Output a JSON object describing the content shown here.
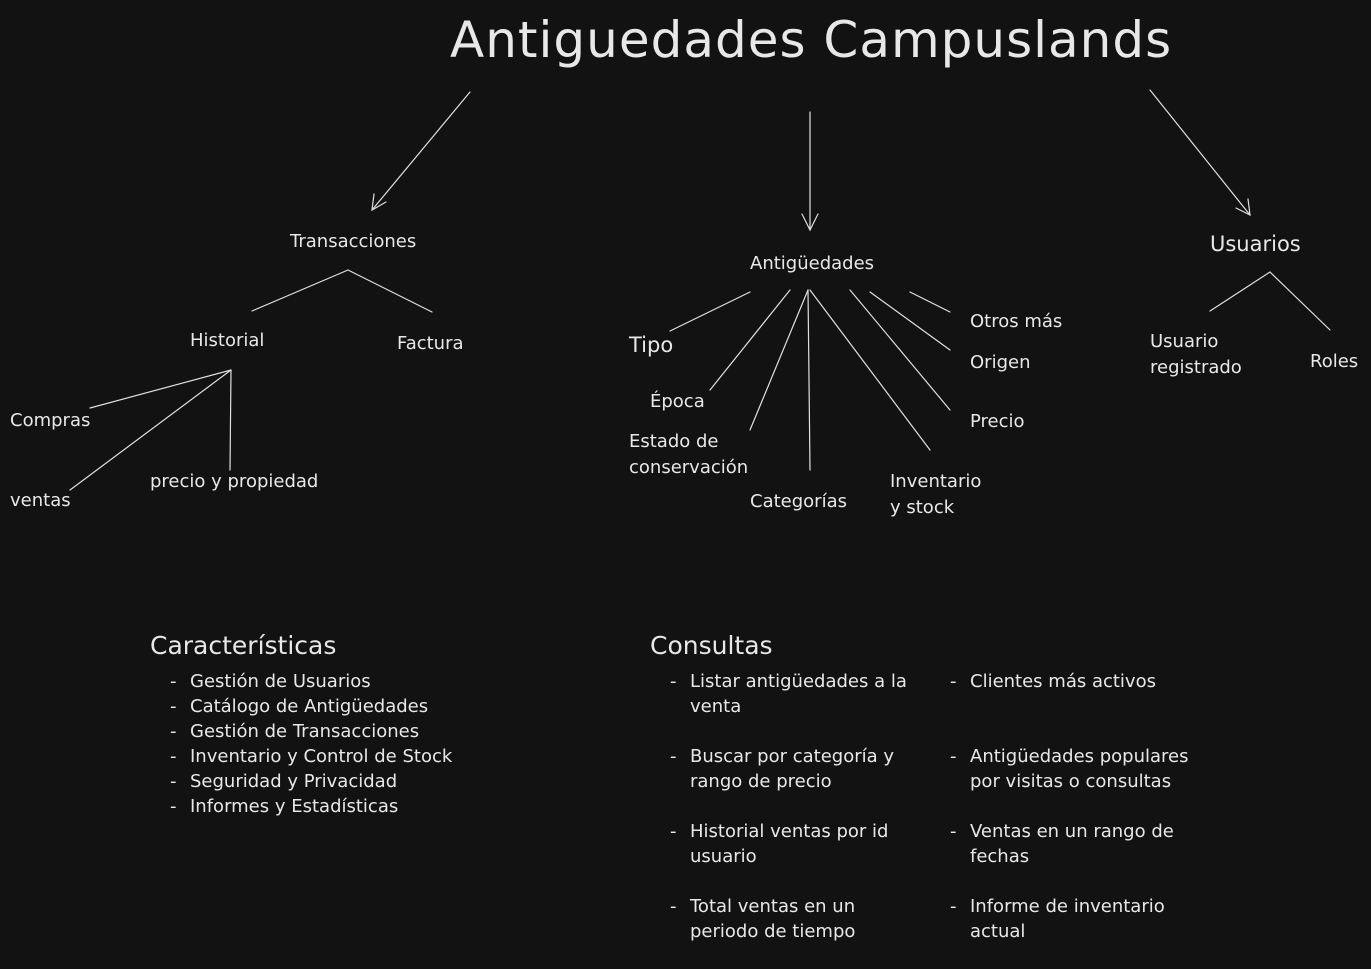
{
  "title": "Antiguedades Campuslands",
  "branches": {
    "transacciones": {
      "label": "Transacciones",
      "children": {
        "historial": {
          "label": "Historial",
          "children": [
            "Compras",
            "ventas",
            "precio y propiedad"
          ]
        },
        "factura": {
          "label": "Factura"
        }
      }
    },
    "antiguedades": {
      "label": "Antigüedades",
      "children": [
        "Tipo",
        "Época",
        "Estado de\nconservación",
        "Categorías",
        "Inventario\ny stock",
        "Precio",
        "Origen",
        "Otros más"
      ]
    },
    "usuarios": {
      "label": "Usuarios",
      "children": [
        "Usuario\nregistrado",
        "Roles"
      ]
    }
  },
  "caracteristicas": {
    "heading": "Características",
    "items": [
      "Gestión de Usuarios",
      "Catálogo de Antigüedades",
      "Gestión de Transacciones",
      "Inventario y Control de Stock",
      "Seguridad y Privacidad",
      "Informes y Estadísticas"
    ]
  },
  "consultas": {
    "heading": "Consultas",
    "left": [
      "Listar antigüedades a la venta",
      "Buscar por categoría y rango de precio",
      "Historial ventas por id usuario",
      "Total ventas en un periodo de tiempo"
    ],
    "right": [
      "Clientes más activos",
      "Antigüedades populares por visitas o consultas",
      "Ventas en un rango de fechas",
      "Informe de inventario actual"
    ]
  },
  "colors": {
    "background": "#121212",
    "stroke": "#e0e0e0",
    "text": "#e8e8e8"
  }
}
